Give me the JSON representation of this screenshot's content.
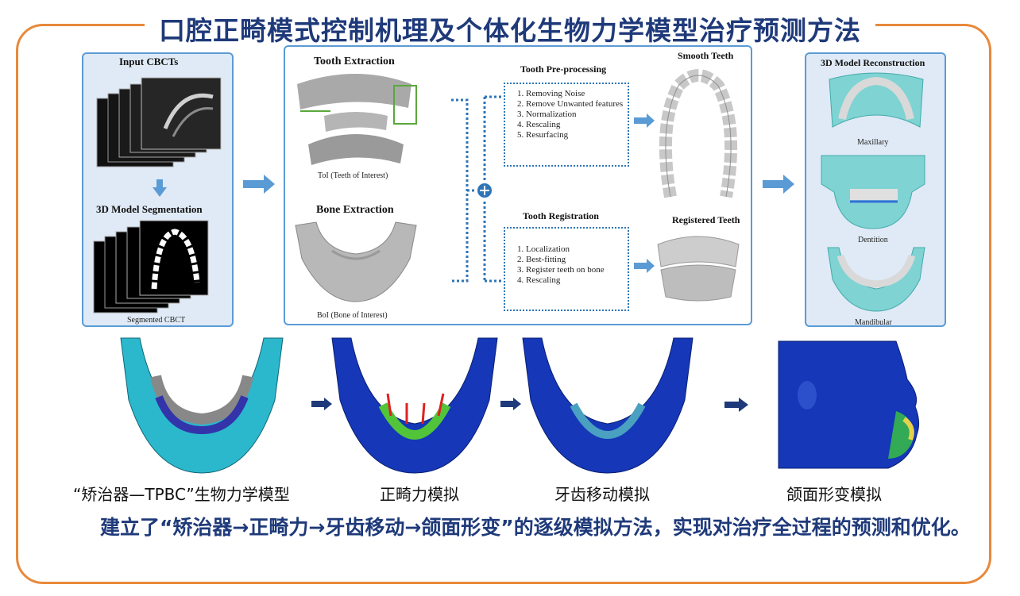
{
  "title": "口腔正畸模式控制机理及个体化生物力学模型治疗预测方法",
  "panel_input": {
    "heading": "Input  CBCTs",
    "segmentation_heading": "3D Model Segmentation",
    "segmented_caption": "Segmented CBCT"
  },
  "panel_middle": {
    "tooth_extraction": "Tooth Extraction",
    "toi_caption": "ToI (Teeth of Interest)",
    "bone_extraction": "Bone Extraction",
    "boi_caption": "BoI (Bone of Interest)",
    "preprocessing_heading": "Tooth Pre-processing",
    "preprocessing_steps": [
      "Removing Noise",
      "Remove Unwanted features",
      "Normalization",
      "Rescaling",
      "Resurfacing"
    ],
    "registration_heading": "Tooth Registration",
    "registration_steps": [
      "Localization",
      "Best-fitting",
      "Register teeth on bone",
      "Rescaling"
    ],
    "smooth_teeth": "Smooth Teeth",
    "registered_teeth": "Registered Teeth"
  },
  "panel_reconstruction": {
    "heading": "3D Model Reconstruction",
    "maxillary": "Maxillary",
    "dentition": "Dentition",
    "mandibular": "Mandibular"
  },
  "captions": [
    "“矫治器—TPBC”生物力学模型",
    "正畸力模拟",
    "牙齿移动模拟",
    "颌面形变模拟"
  ],
  "conclusion": "建立了“矫治器→正畸力→牙齿移动→颌面形变”的逐级模拟方法，实现对治疗全过程的预测和优化。",
  "colors": {
    "frame": "#e8893a",
    "title": "#1f3a7a",
    "panel_border": "#5b9bd5",
    "arrow": "#5b9bd5",
    "dark_arrow": "#1f3a7a"
  }
}
